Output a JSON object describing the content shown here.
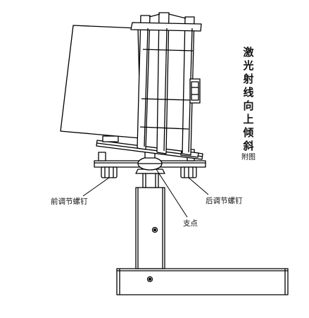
{
  "title_chars": [
    "激",
    "光",
    "射",
    "线",
    "向",
    "上",
    "倾",
    "斜"
  ],
  "title_suffix": "附图",
  "labels": {
    "front_screw": "前调节螺钉",
    "rear_screw": "后调节螺钉",
    "pivot": "支点"
  },
  "colors": {
    "stroke": "#000000",
    "background": "#ffffff"
  }
}
